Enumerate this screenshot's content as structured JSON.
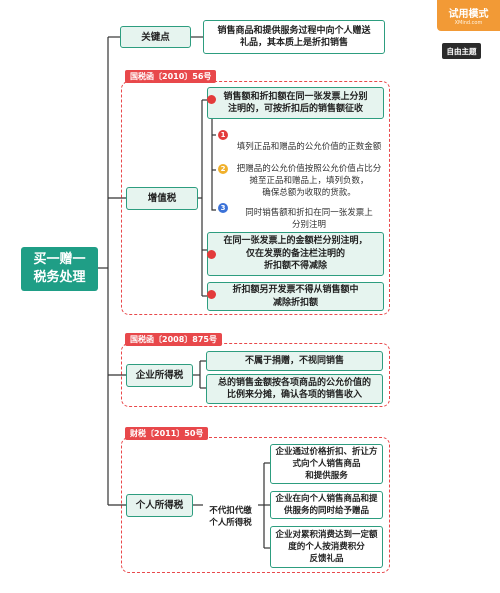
{
  "badges": {
    "trial_label": "试用模式",
    "trial_site": "XMind.com",
    "free_topic": "自由主题"
  },
  "central": "买一赠一\n税务处理",
  "key_points": {
    "label": "关键点",
    "text": "销售商品和提供服务过程中向个人赠送\n礼品，其本质上是折扣销售"
  },
  "vat": {
    "tag": "国税函〔2010〕56号",
    "label": "增值税",
    "items": [
      "销售额和折扣额在同一张发票上分别\n注明的，可按折扣后的销售额征收",
      "在同一张发票上的金额栏分别注明，\n仅在发票的备注栏注明的\n折扣额不得减除",
      "折扣额另开发票不得从销售额中\n减除折扣额"
    ],
    "sub_items": [
      "填列正品和赠品的公允价值的正数金额",
      "把赠品的公允价值按照公允价值占比分\n摊至正品和赠品上，填列负数，\n确保总额为收取的货款。",
      "同时销售额和折扣在同一张发票上\n分别注明"
    ],
    "sub_markers": [
      "1",
      "2",
      "3"
    ]
  },
  "cit": {
    "tag": "国税函〔2008〕875号",
    "label": "企业所得税",
    "items": [
      "不属于捐赠，不视同销售",
      "总的销售金额按各项商品的公允价值的\n比例来分摊，确认各项的销售收入"
    ]
  },
  "iit": {
    "tag": "财税〔2011〕50号",
    "label": "个人所得税",
    "middle": "不代扣代缴\n个人所得税",
    "items": [
      "企业通过价格折扣、折让方\n式向个人销售商品\n和提供服务",
      "企业在向个人销售商品和提\n供服务的同时给予赠品",
      "企业对累积消费达到一定额\n度的个人按消费积分\n反馈礼品"
    ]
  },
  "colors": {
    "teal": "#1f9e86",
    "line": "#2d9d7f",
    "red": "#e8484b",
    "orange": "#f29a36"
  }
}
